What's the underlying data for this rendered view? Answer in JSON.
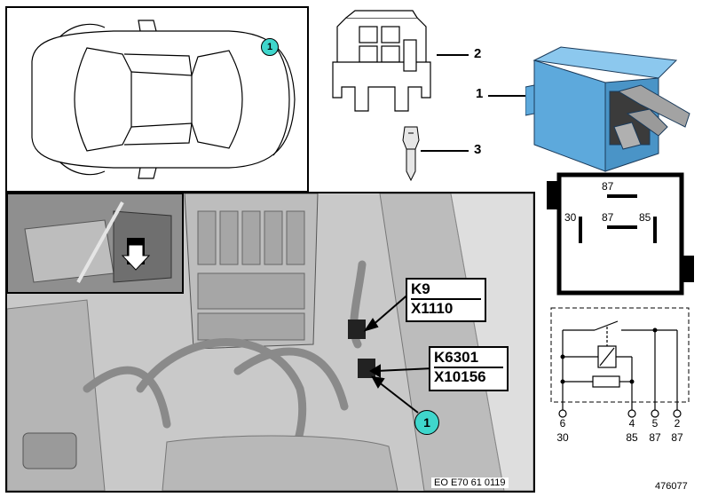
{
  "car_view": {
    "badge": "1"
  },
  "parts": [
    {
      "number": "1"
    },
    {
      "number": "2"
    },
    {
      "number": "3"
    }
  ],
  "relay_symbol": {
    "top": "87",
    "left": "30",
    "mid": "87",
    "right": "85"
  },
  "photo": {
    "tag1_line1": "K9",
    "tag1_line2": "X1110",
    "tag2_line1": "K6301",
    "tag2_line2": "X10156",
    "badge": "1",
    "code": "EO E70 61 0119"
  },
  "schematic": {
    "pins_top": [
      "6",
      "4",
      "5",
      "2"
    ],
    "pins_bottom": [
      "30",
      "85",
      "87",
      "87"
    ]
  },
  "figure_number": "476077",
  "colors": {
    "badge": "#3fd6cc",
    "relay_blue": "#6fb3e0"
  }
}
